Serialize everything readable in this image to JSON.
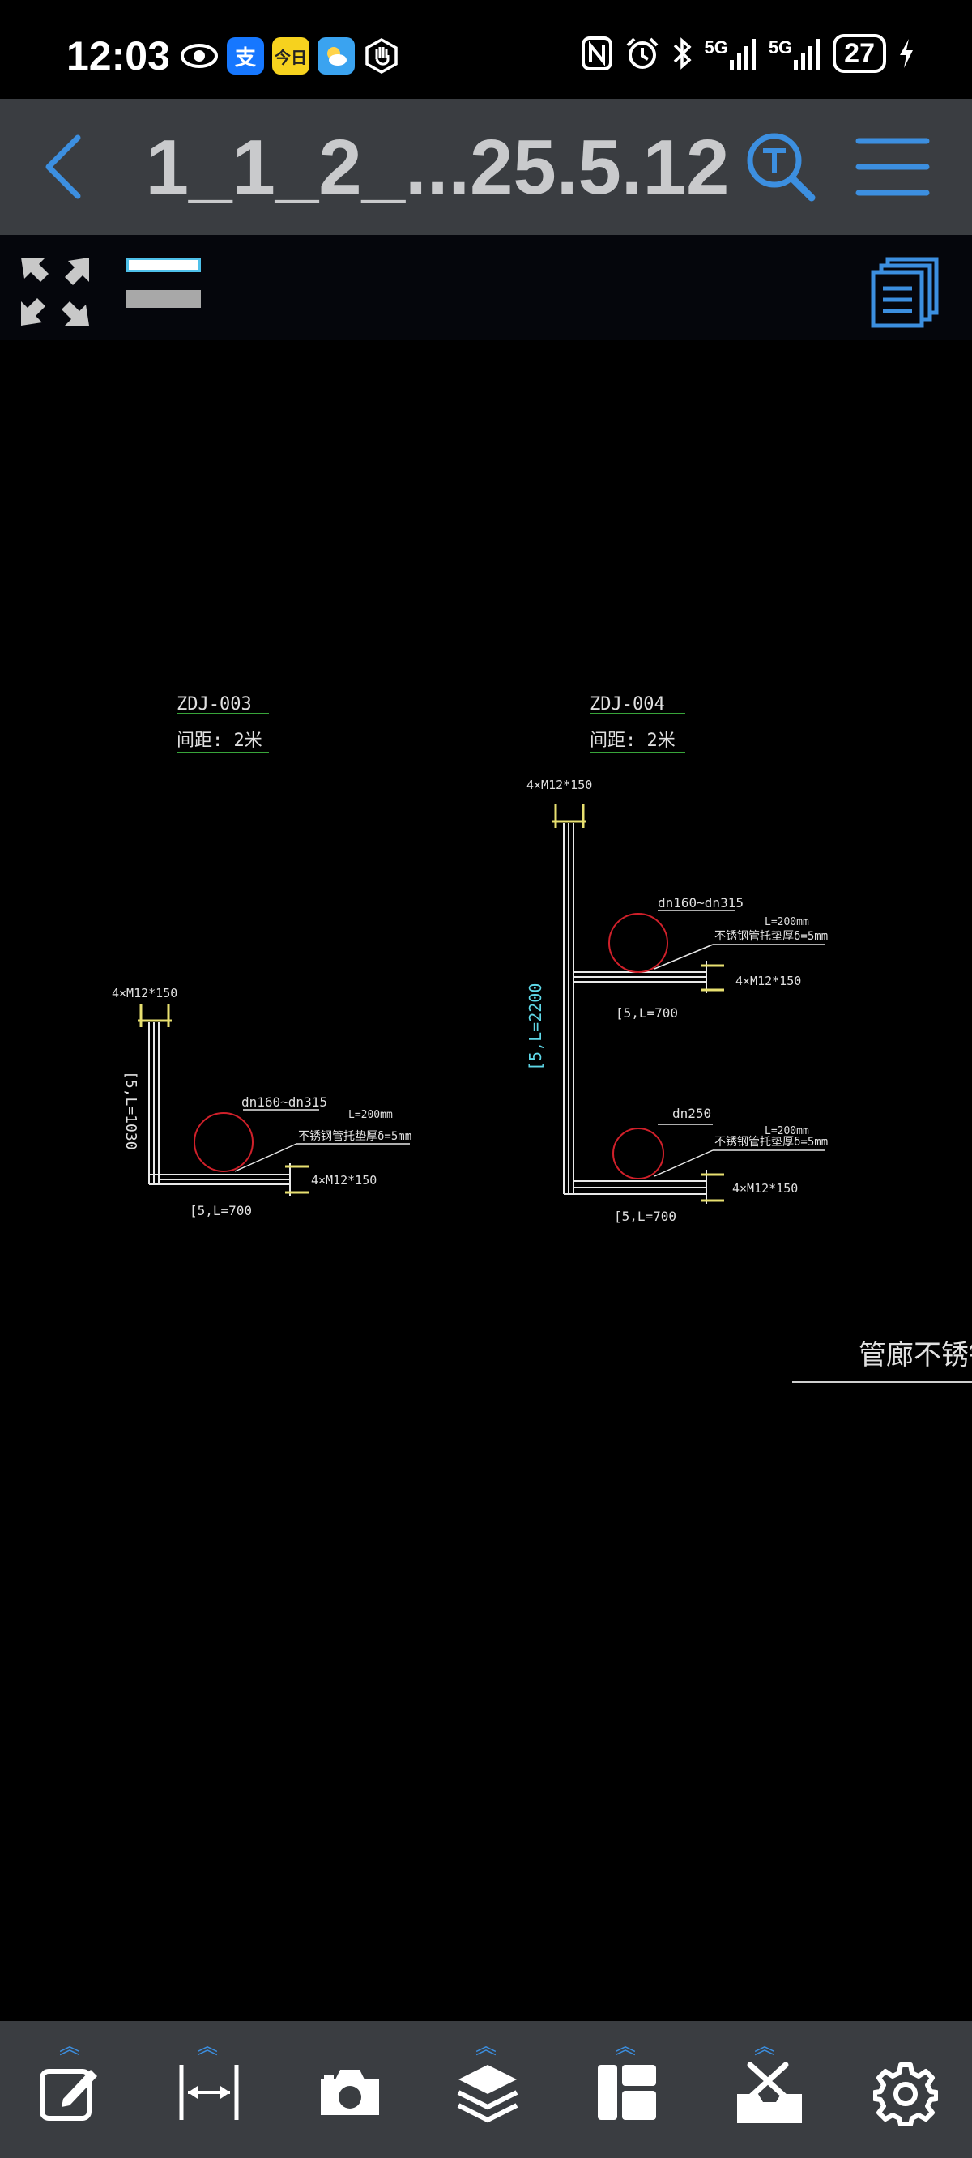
{
  "status": {
    "time": "12:03",
    "battery": "27",
    "net1": "5G",
    "net2": "5G"
  },
  "header": {
    "title": "1_1_2_...25.5.12"
  },
  "drawing": {
    "left_block": {
      "code": "ZDJ-003",
      "spacing": "间距:  2米",
      "anchor_top": "4×M12*150",
      "vertical_label": "[5,L=1030",
      "pipe": "dn160~dn315",
      "length": "L=200mm",
      "pad": "不锈钢管托垫厚δ=5mm",
      "anchor_side": "4×M12*150",
      "horizontal_label": "[5,L=700"
    },
    "right_block": {
      "code": "ZDJ-004",
      "spacing": "间距:  2米",
      "anchor_top": "4×M12*150",
      "vertical_label": "[5,L=2200",
      "pipe_upper": "dn160~dn315",
      "length_upper": "L=200mm",
      "pad_upper": "不锈钢管托垫厚δ=5mm",
      "anchor_upper": "4×M12*150",
      "horizontal_upper": "[5,L=700",
      "pipe_lower": "dn250",
      "length_lower": "L=200mm",
      "pad_lower": "不锈钢管托垫厚δ=5mm",
      "anchor_lower": "4×M12*150",
      "horizontal_lower": "[5,L=700"
    },
    "caption": "管廊不锈钢吊"
  },
  "colors": {
    "accent": "#3c8fe0",
    "bar": "#3a3d41",
    "cad_line": "#e8e8e8",
    "cad_text": "#e0e0e0",
    "cad_red": "#d0202a",
    "cad_green": "#38a53a",
    "cad_yellow": "#e8e070",
    "cad_cyan": "#5fd8e8"
  }
}
